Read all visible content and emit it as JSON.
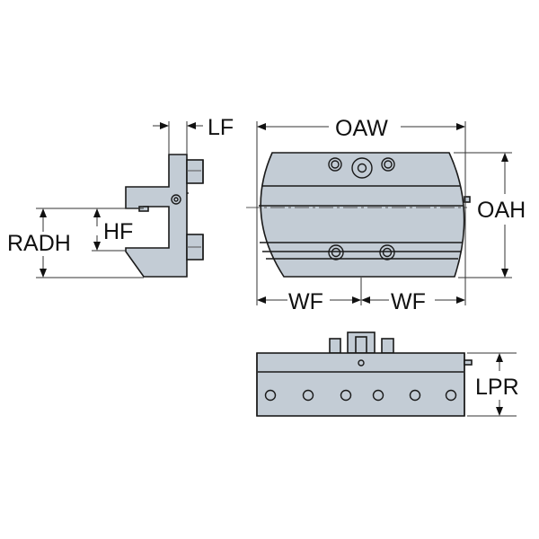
{
  "diagram": {
    "title": "Tool block dimension drawing",
    "part_fill": "#c3ccd5",
    "outline_color": "#1a1a1a",
    "views": {
      "side": {
        "dimensions": {
          "lf": "LF",
          "hf": "HF",
          "radh": "RADH"
        }
      },
      "front": {
        "dimensions": {
          "oaw": "OAW",
          "oah": "OAH",
          "wf_left": "WF",
          "wf_right": "WF"
        }
      },
      "bottom": {
        "dimensions": {
          "lpr": "LPR"
        }
      }
    }
  }
}
